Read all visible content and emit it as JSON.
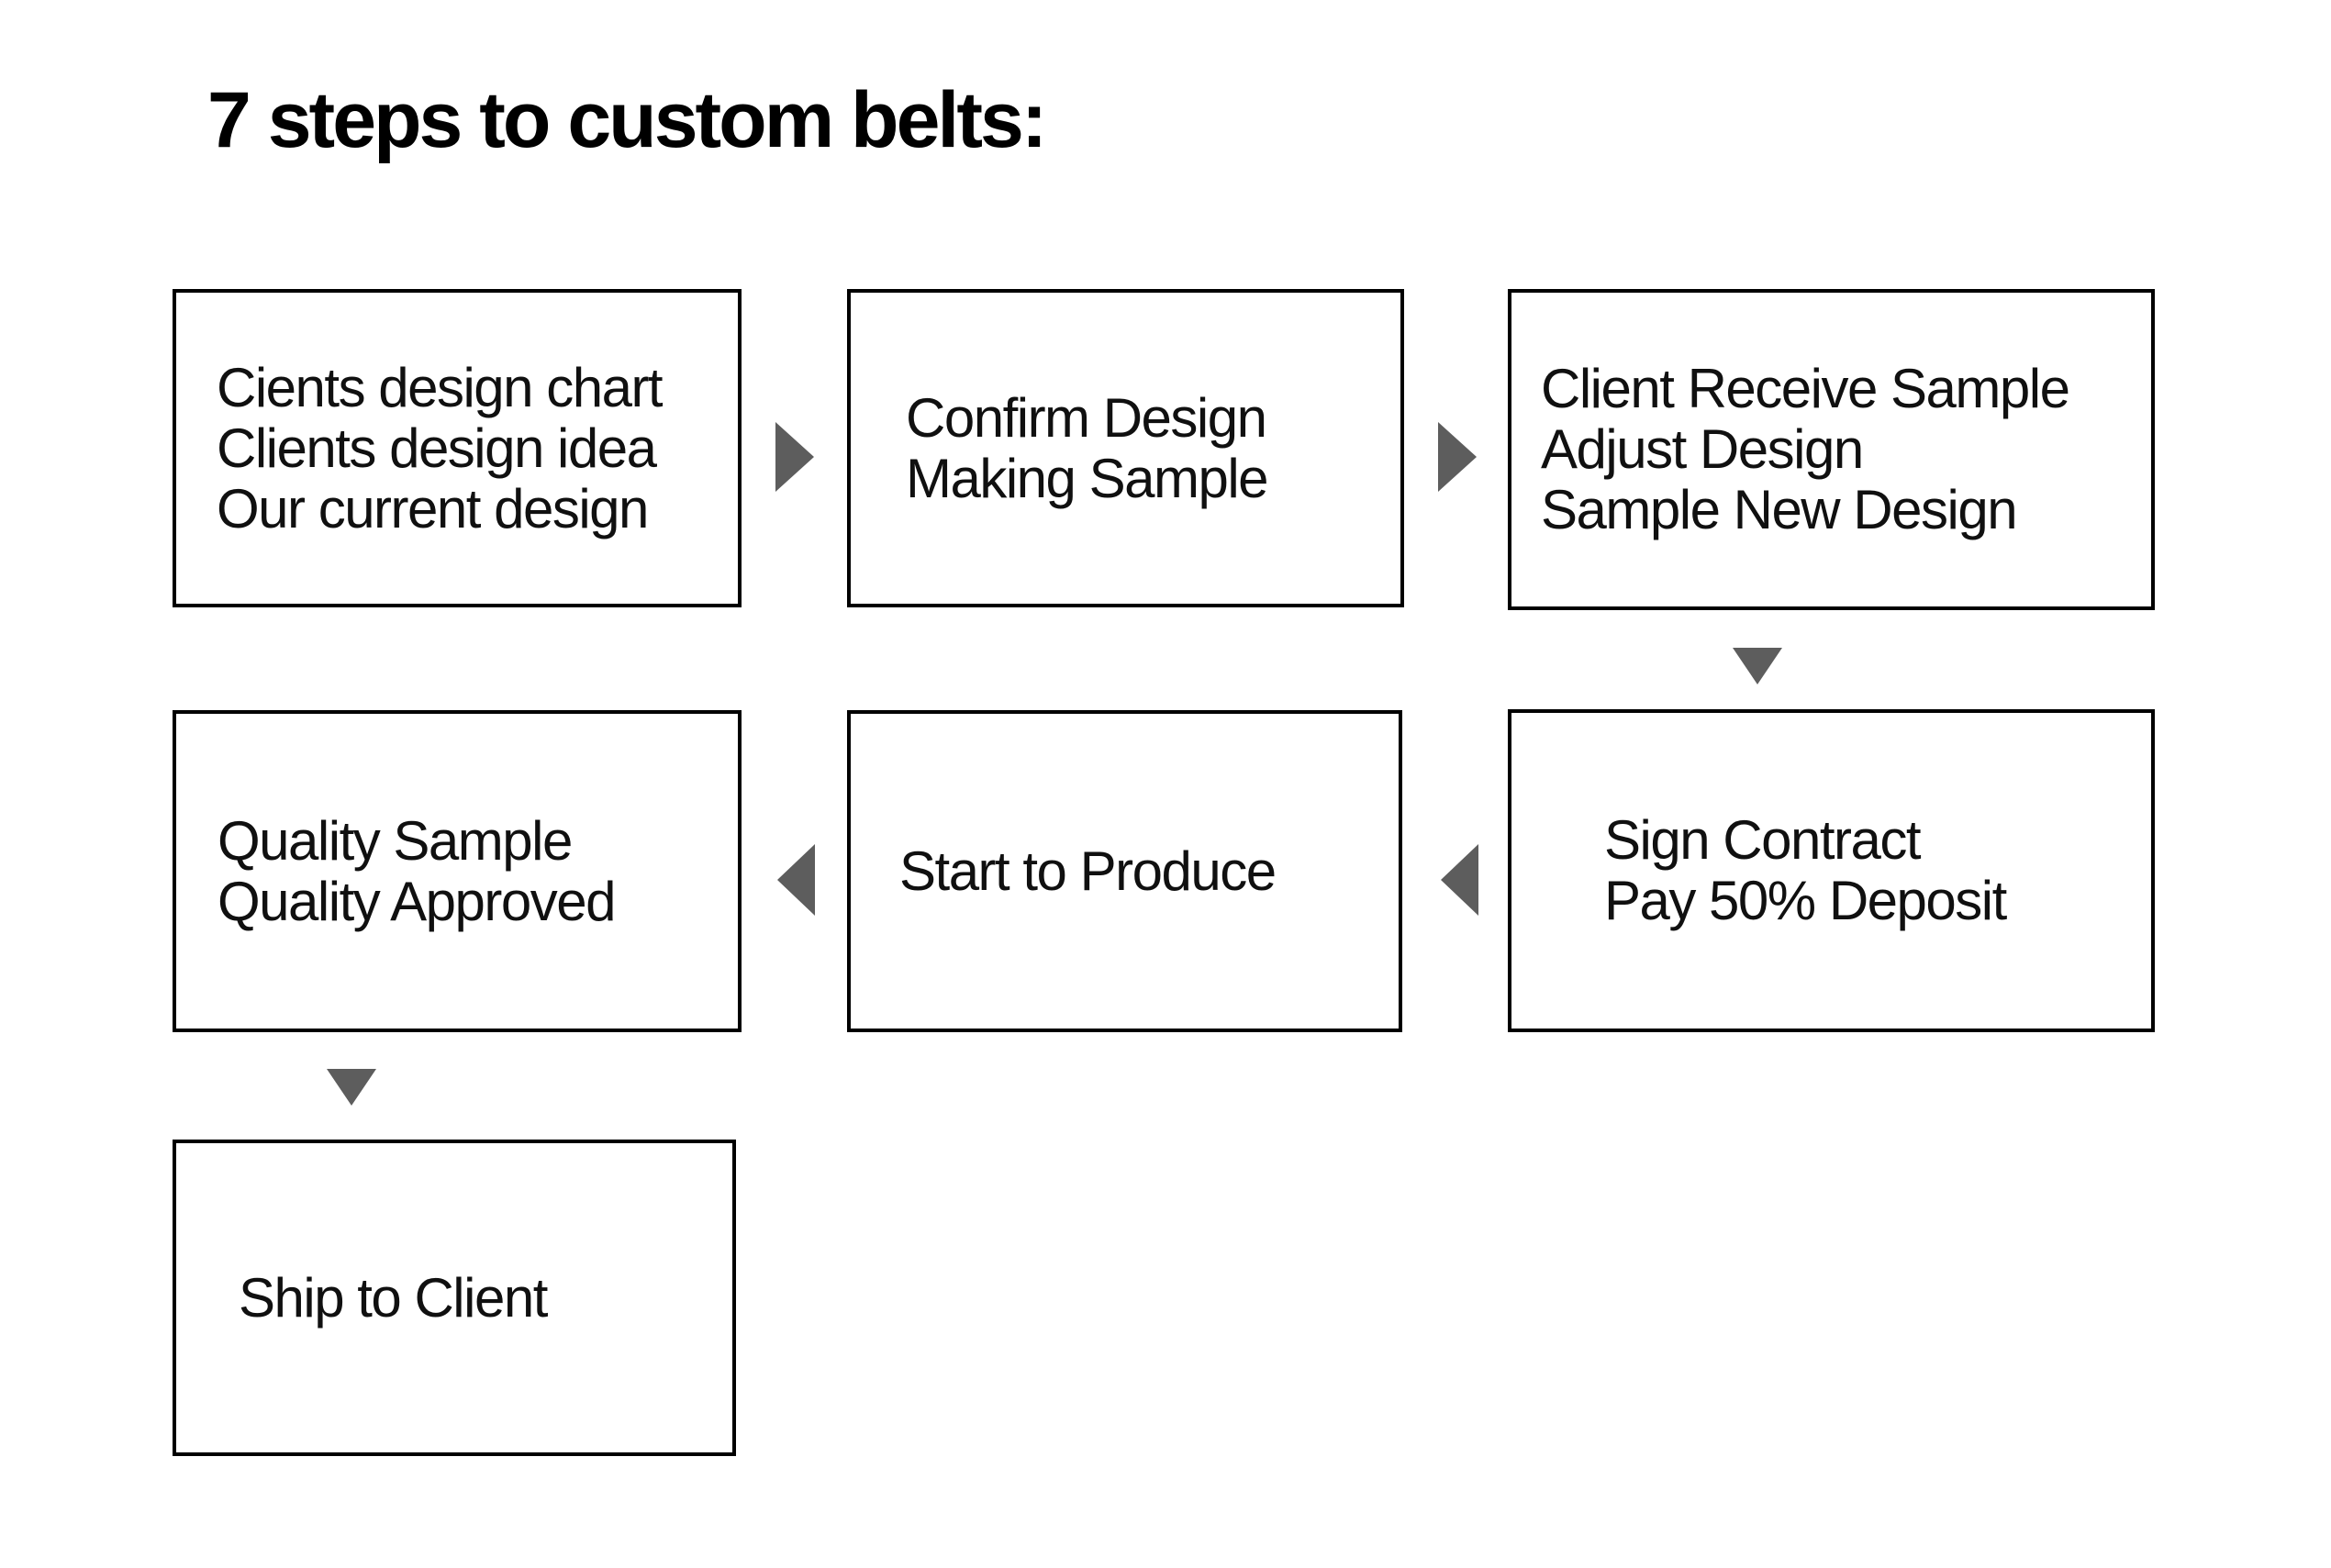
{
  "title": "7 steps to custom belts:",
  "colors": {
    "arrow": "#5d5d5d",
    "box_border": "#000000",
    "text": "#101010",
    "background": "#ffffff"
  },
  "steps": [
    {
      "id": 1,
      "lines": [
        "Cients design chart",
        "Clients design idea",
        "Our current design"
      ]
    },
    {
      "id": 2,
      "lines": [
        "Confirm Design",
        "Making Sample"
      ]
    },
    {
      "id": 3,
      "lines": [
        "Client Receive Sample",
        "Adjust Design",
        "Sample New Design"
      ]
    },
    {
      "id": 4,
      "lines": [
        "Quality Sample",
        "Quality Approved"
      ]
    },
    {
      "id": 5,
      "lines": [
        "Start to Produce"
      ]
    },
    {
      "id": 6,
      "lines": [
        "Sign Contract",
        "Pay 50% Deposit"
      ]
    },
    {
      "id": 7,
      "lines": [
        "Ship to Client"
      ]
    }
  ],
  "connections": [
    {
      "from": 1,
      "to": 2,
      "direction": "right"
    },
    {
      "from": 2,
      "to": 3,
      "direction": "right"
    },
    {
      "from": 3,
      "to": 6,
      "direction": "down"
    },
    {
      "from": 6,
      "to": 5,
      "direction": "left"
    },
    {
      "from": 5,
      "to": 4,
      "direction": "left"
    },
    {
      "from": 4,
      "to": 7,
      "direction": "down"
    }
  ]
}
